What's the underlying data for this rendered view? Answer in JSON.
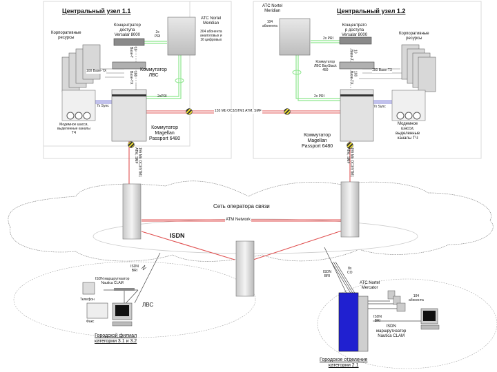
{
  "node_1_1": {
    "title": "Центральный узел  1.1",
    "corporate_resources": "Корпоративные\nресурсы",
    "access_concentrator": "Концентратор\nдоступа\nVersalar 8000",
    "pri_link": "2x\nPRI",
    "pbx_name": "ATC Nortel\nMeridian",
    "pbx_subscribers": "304 абонента\nаналоговых и\n16 цифровых",
    "lan_switch": "Коммутатор\nЛВС",
    "link_10baset": "10\nBase-T",
    "link_100basetx_vertical": "100\nBase-TX",
    "link_100basetx": "100 Base-TX",
    "pri_link_2": "2xPRI",
    "sync_link": "7x Sync",
    "modem_chassis": "Модемное шасси,\nвыделенные каналы\nТЧ",
    "magellan_switch": "Коммутатор\nMagellan\nPassport 6480",
    "uplink": "155 Mb OC3/STM1\nATM, SMF"
  },
  "node_1_2": {
    "title": "Центральный узел  1.2",
    "pbx_name": "ATC Nortel\nMeridian",
    "pbx_subscribers": "104\nабонента",
    "access_concentrator": "Концентрато\nр доступа\nVersalar 8000",
    "pri_link": "2x PRI",
    "corporate_resources": "Корпоративные\nресурсы",
    "lan_switch": "Коммутатор\nЛВС BayStack\n450",
    "link_10baset": "10\nBase-T",
    "link_100basetx_vertical": "100\nBase-TX",
    "link_100basetx": "100 Base-TX",
    "pri_link_2": "2x PRI",
    "sync_link": "7x Sync",
    "modem_chassis": "Модемное\nшасси,\nвыделенные\nканалы ТЧ",
    "magellan_switch": "Коммутатор\nMagellan\nPassport 6480",
    "uplink": "155 Mb OC3/STM1\nATM, SMF"
  },
  "backbone_link": "155 Mb OC3/STM1 ATM, SMF",
  "operator_network": {
    "title": "Сеть оператора связи",
    "atm_network": "ATM Network",
    "isdn": "ISDN"
  },
  "branch_3": {
    "isdn_bri": "ISDN\nBRI",
    "router": "ISDN маршрутизатор\nNautica CLAM",
    "phone": "Телефон",
    "fax": "Факс",
    "lan": "ЛВС",
    "title": "Городской филиал\nкатегории 3.1 и 3.2"
  },
  "branch_2": {
    "isdn_bri": "ISDN\nBRI",
    "co_lines": "8x\nCO",
    "pbx_name": "ATC Nortel\nMercator",
    "subscribers": "104\nабонента",
    "isdn_bri_2": "ISDN\nBRI",
    "router": "ISDN\nмаршрутизатор\nNautica CLAM",
    "title": "Городское отделение\nкатегории 2.1"
  },
  "colors": {
    "atm_red": "#e05050",
    "pri_green": "#8ee68e",
    "sync_blue": "#5a5acc",
    "pbx_blue": "#2020d0",
    "frame_gray": "#d0d0d0"
  }
}
